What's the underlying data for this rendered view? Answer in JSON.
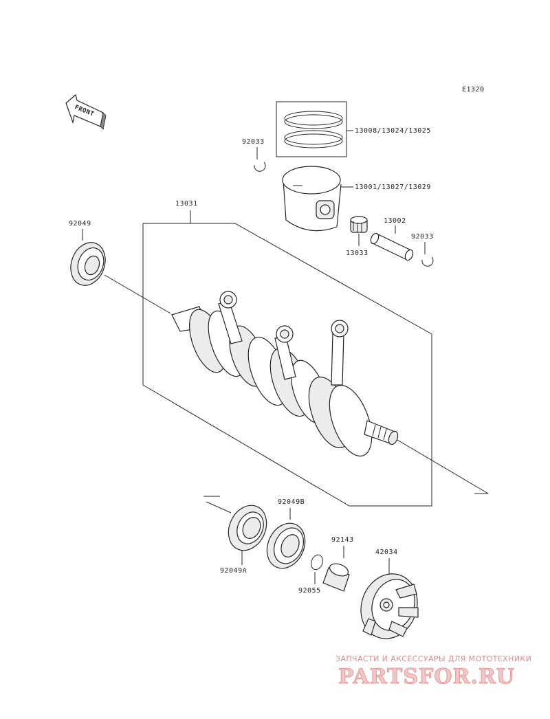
{
  "diagram_code": "E1320",
  "front_label": "FRONT",
  "parts": {
    "piston_rings": "13008/13024/13025",
    "piston_clip_left": "92033",
    "piston": "13001/13027/13029",
    "crankshaft_assy": "13031",
    "oil_seal": "92049",
    "pin": "13002",
    "piston_clip_right": "92033",
    "needle_bearing": "13033",
    "bearing_b": "92049B",
    "bearing_a": "92049A",
    "collar": "92143",
    "circlip": "92055",
    "coupling": "42034"
  },
  "watermark": {
    "tagline": "ЗАПЧАСТИ И АКСЕССУАРЫ ДЛЯ МОТОТЕХНИКИ",
    "brand": "PARTSFOR.RU"
  }
}
